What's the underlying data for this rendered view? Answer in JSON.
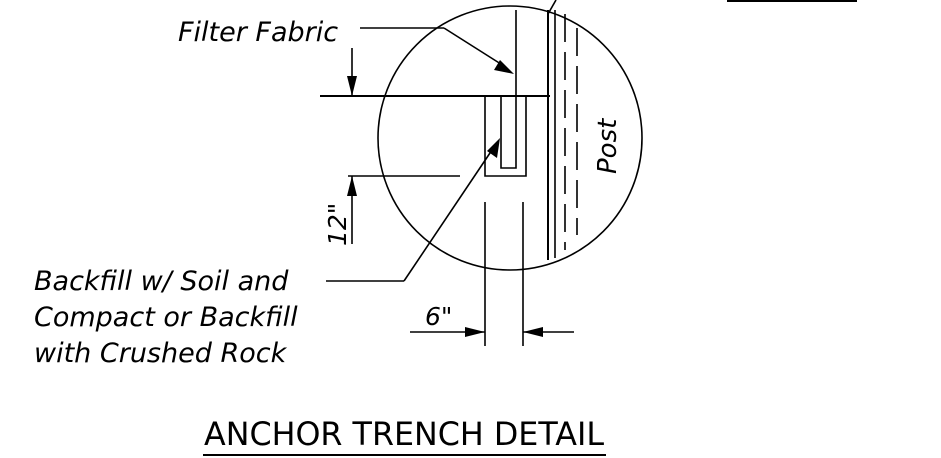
{
  "labels": {
    "filter_fabric": "Filter Fabric",
    "post": "Post",
    "dim_height": "12\"",
    "dim_width": "6\"",
    "backfill": [
      "Backfill w/ Soil and",
      "Compact or Backfill",
      "with Crushed Rock"
    ]
  },
  "title": "ANCHOR TRENCH DETAIL",
  "colors": {
    "line": "#000000",
    "background": "#ffffff"
  }
}
